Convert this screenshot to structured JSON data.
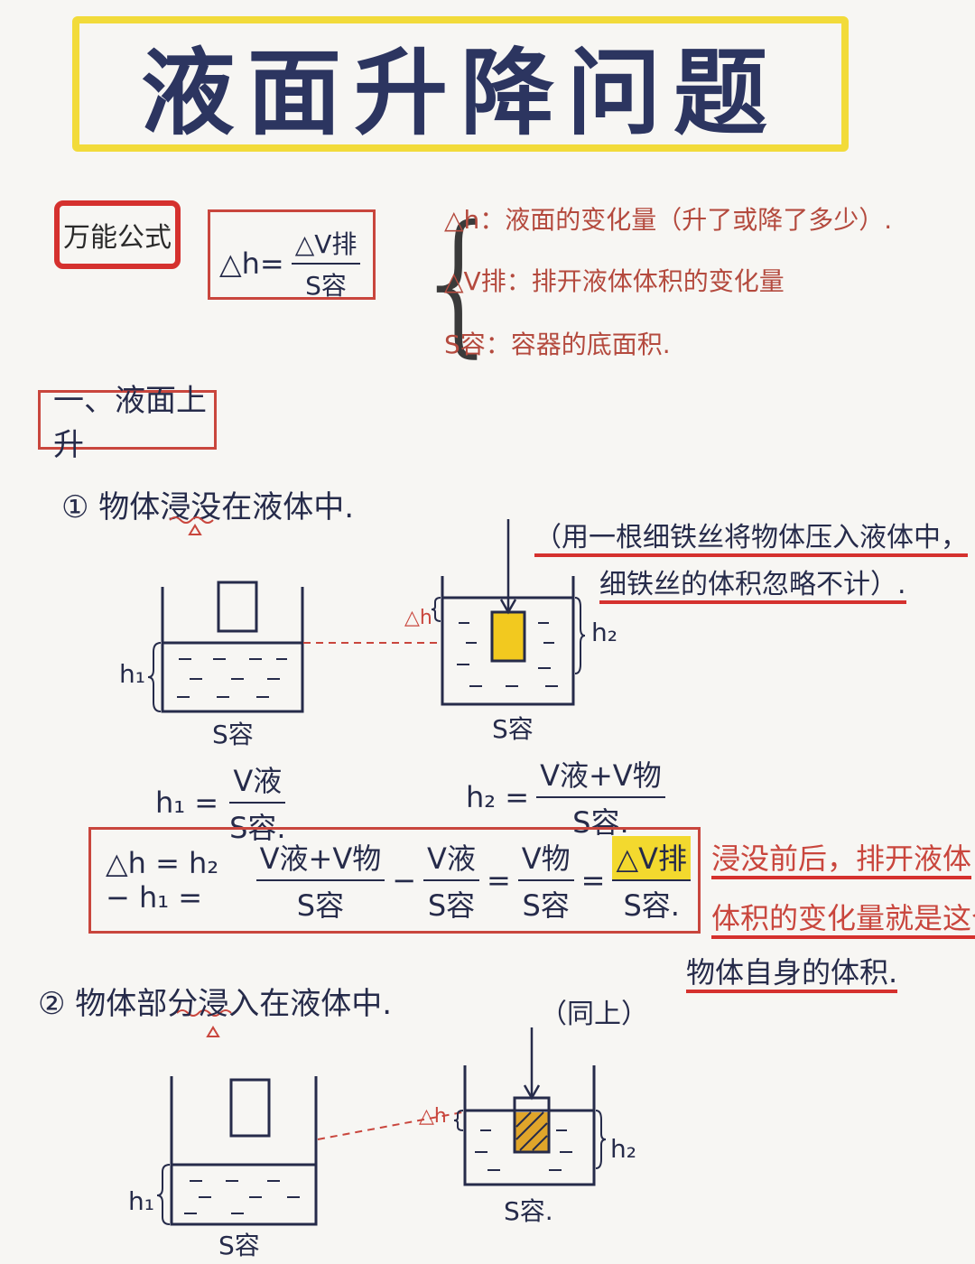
{
  "title": "液面升降问题",
  "tag": "万能公式",
  "formula": {
    "lhs": "△h=",
    "num": "△V排",
    "den": "S容"
  },
  "definitions": [
    "△h：液面的变化量（升了或降了多少）.",
    "△V排：排开液体体积的变化量",
    "S容：容器的底面积."
  ],
  "section1": "一、液面上升",
  "case1": {
    "title": "① 物体浸没在液体中.",
    "note1": "（用一根细铁丝将物体压入液体中，",
    "note2": "细铁丝的体积忽略不计）."
  },
  "labels": {
    "h1": "h₁",
    "h2": "h₂",
    "dh": "△h",
    "s_left": "S容",
    "s_right": "S容"
  },
  "eq_h1": {
    "lhs": "h₁ =",
    "num": "V液",
    "den": "S容."
  },
  "eq_h2": {
    "lhs": "h₂ =",
    "num": "V液+V物",
    "den": "S容."
  },
  "eq_big": {
    "lhs": "△h = h₂ − h₁ =",
    "t1_num": "V液+V物",
    "t1_den": "S容",
    "minus": "−",
    "t2_num": "V液",
    "t2_den": "S容",
    "eq1": "=",
    "t3_num": "V物",
    "t3_den": "S容",
    "eq2": "=",
    "t4_num": "△V排",
    "t4_den": "S容."
  },
  "side_note": [
    "浸没前后，排开液体",
    "体积的变化量就是这个",
    "物体自身的体积."
  ],
  "case2": {
    "title": "② 物体部分浸入在液体中.",
    "note": "（同上）"
  },
  "labels2": {
    "h1": "h₁",
    "h2": "h₂",
    "dh": "△h",
    "s_left": "S容",
    "s_right": "S容."
  },
  "colors": {
    "yellow": "#f2db3a",
    "red": "#d5312e",
    "ink": "#262b4a"
  }
}
